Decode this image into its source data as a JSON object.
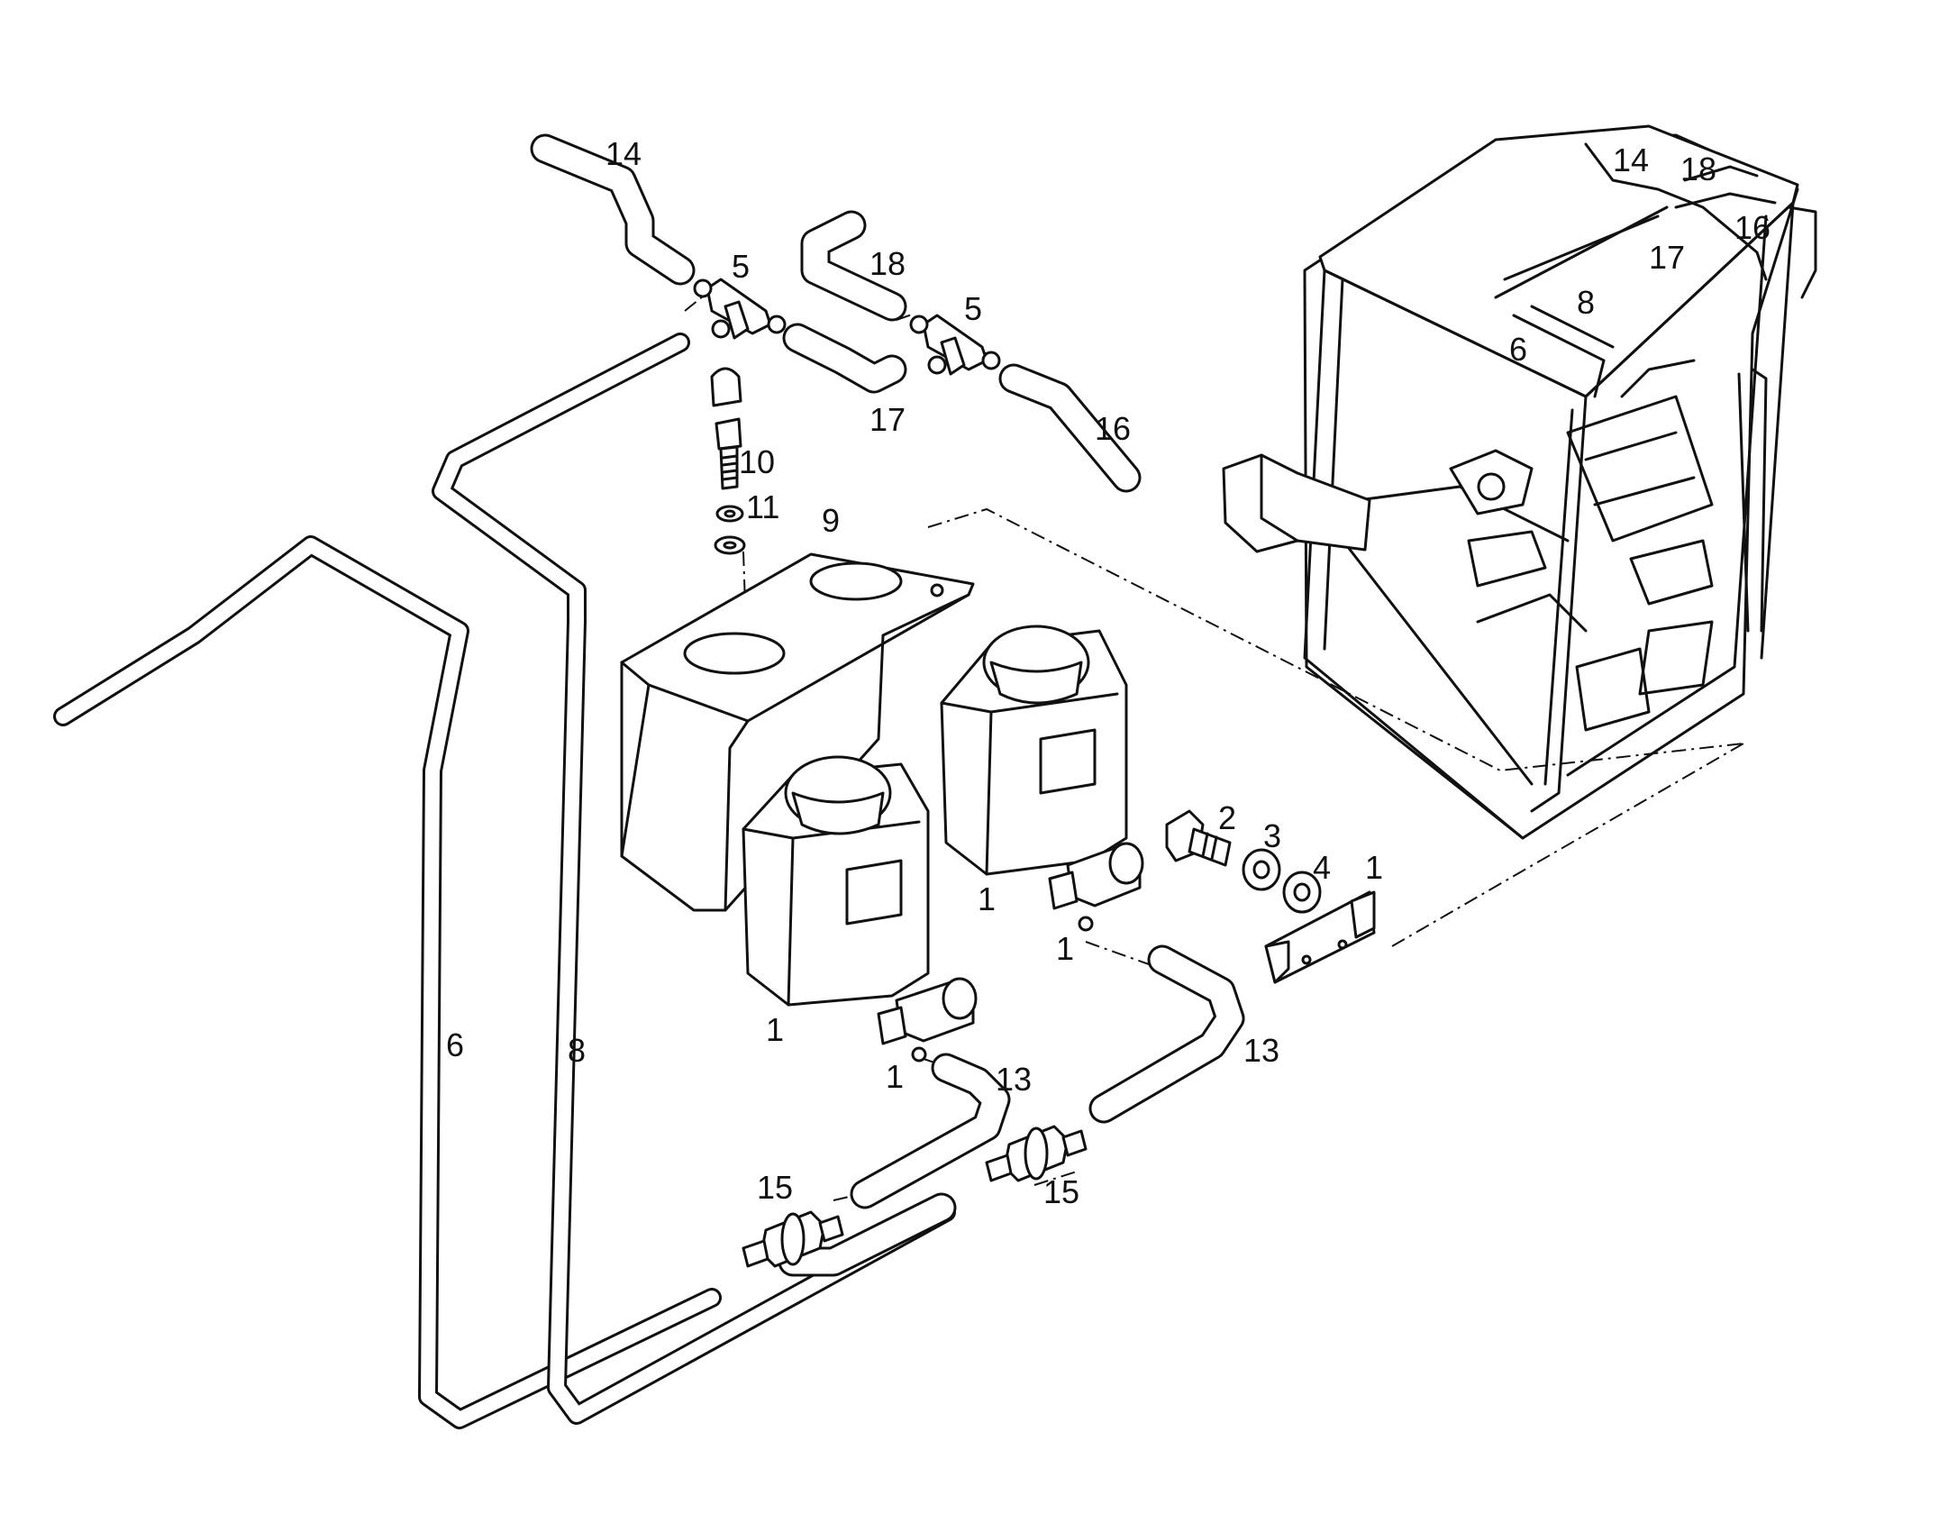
{
  "part_numbers": {
    "p1_reservoir_left": "1",
    "p1_reservoir_right": "1",
    "p1_pump_left": "1",
    "p1_pump_right": "1",
    "p1_bracket": "1",
    "p2": "2",
    "p3": "3",
    "p4": "4",
    "p5_left": "5",
    "p5_right": "5",
    "p6": "6",
    "p6_cab": "6",
    "p8": "8",
    "p8_cab": "8",
    "p9": "9",
    "p10": "10",
    "p11": "11",
    "p13_left": "13",
    "p13_right": "13",
    "p14": "14",
    "p14_cab": "14",
    "p15_left": "15",
    "p15_right": "15",
    "p16": "16",
    "p16_cab": "16",
    "p17": "17",
    "p17_cab": "17",
    "p18": "18",
    "p18_cab": "18"
  }
}
